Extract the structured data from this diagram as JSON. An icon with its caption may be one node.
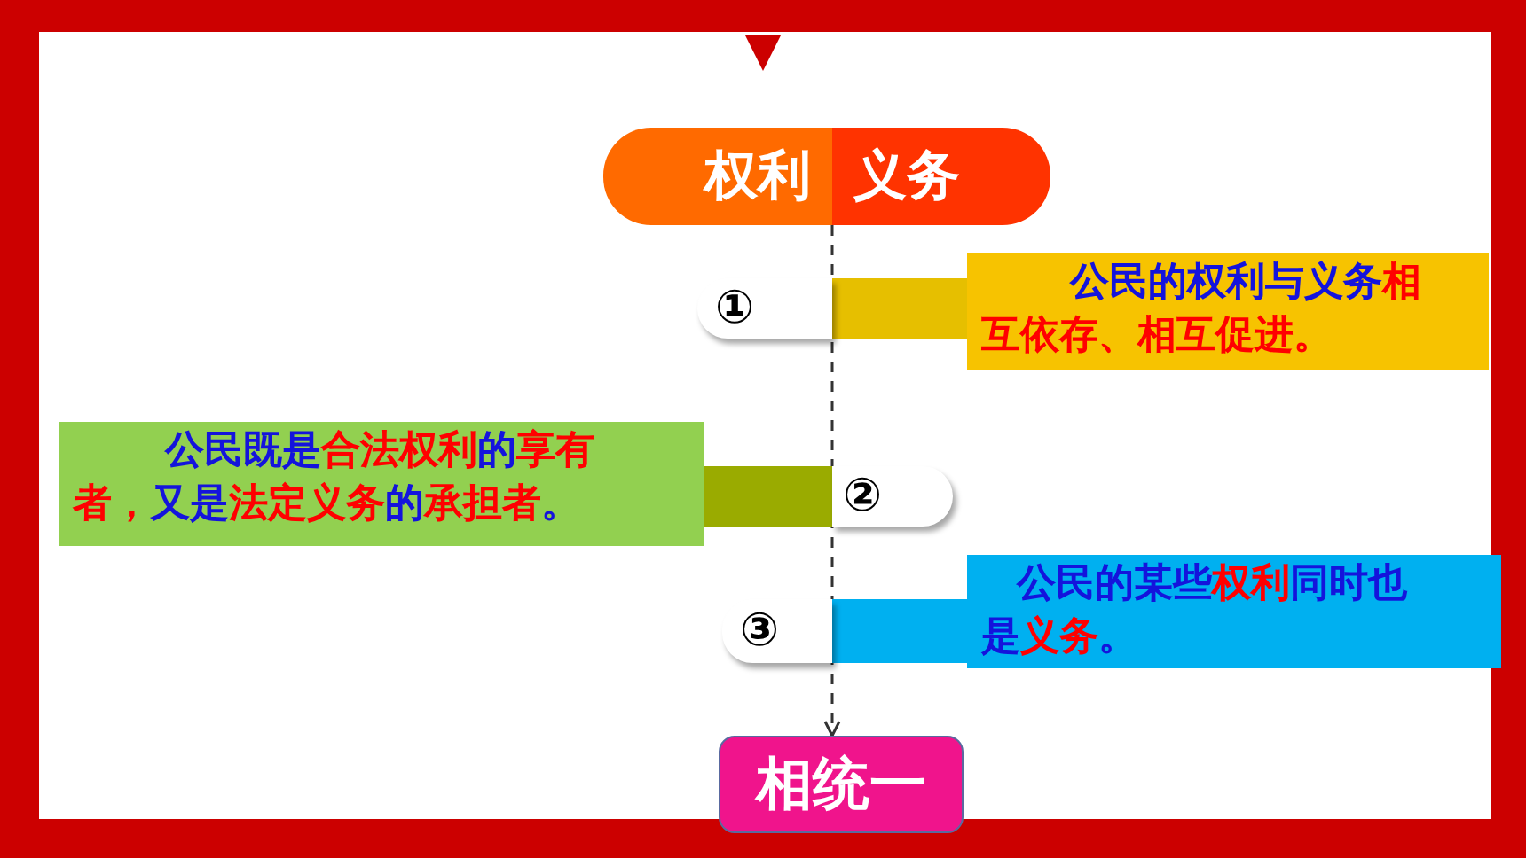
{
  "diagram": {
    "nodes": [
      {
        "text": [
          "权利",
          "义务"
        ]
      },
      {
        "text": [
          "①"
        ]
      },
      {
        "text": [
          "公民的权利与义务**相互依存、相互促进。**"
        ]
      },
      {
        "text": [
          "公民既是**合法权利**的**享有者，**又是**法定义务**的**承担者**。"
        ]
      },
      {
        "text": [
          "②"
        ]
      },
      {
        "text": [
          "③"
        ]
      },
      {
        "text": [
          "公民的某些**权利**同时也是**义务**。"
        ]
      },
      {
        "text": [
          "相统一"
        ]
      }
    ],
    "edges": [
      {
        "from": 0,
        "to": 7,
        "arrow": "to",
        "style": "dashed"
      },
      {
        "from": 1,
        "to": 2,
        "arrow": "none",
        "color": "#e6bf00"
      },
      {
        "from": 4,
        "to": 3,
        "arrow": "none",
        "color": "#9aab00"
      },
      {
        "from": 5,
        "to": 6,
        "arrow": "none",
        "color": "#00b0f0"
      }
    ]
  }
}
